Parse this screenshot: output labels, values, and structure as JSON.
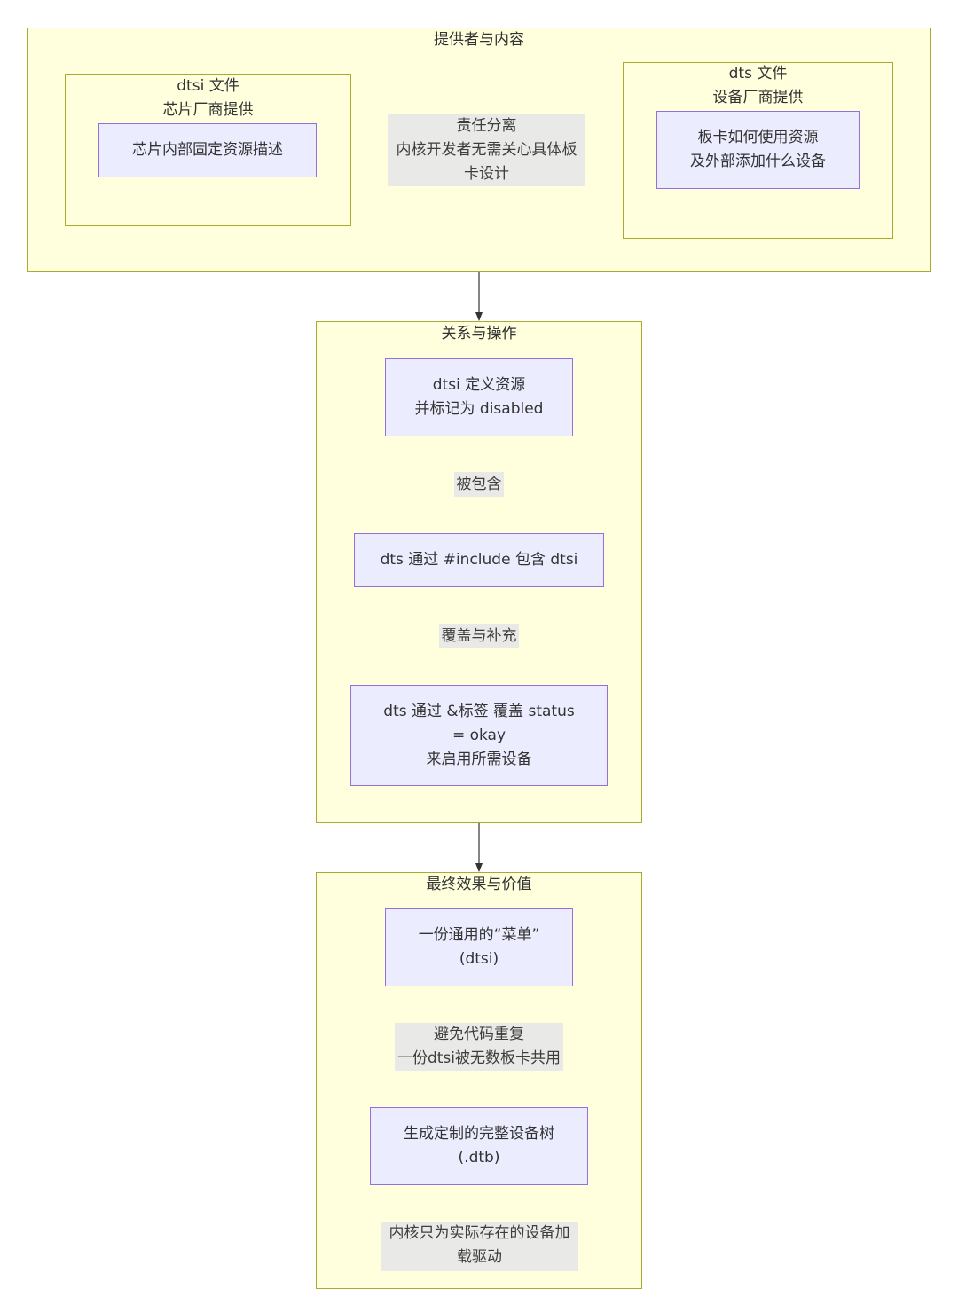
{
  "clusters": {
    "providers": {
      "title": "提供者与内容"
    },
    "dtsi_file": {
      "title": "dtsi 文件\n芯片厂商提供"
    },
    "dts_file": {
      "title": "dts 文件\n设备厂商提供"
    },
    "relations": {
      "title": "关系与操作"
    },
    "results": {
      "title": "最终效果与价值"
    }
  },
  "nodes": {
    "chip_resources": "芯片内部固定资源描述",
    "board_usage": "板卡如何使用资源\n及外部添加什么设备",
    "dtsi_define": "dtsi 定义资源\n并标记为 disabled",
    "dts_include": "dts 通过 #include 包含 dtsi",
    "dts_override": "dts 通过 &标签 覆盖 status\n= okay\n来启用所需设备",
    "common_menu": "一份通用的“菜单”\n(dtsi)",
    "custom_tree": "生成定制的完整设备树\n(.dtb)"
  },
  "edge_labels": {
    "responsibility": "责任分离\n内核开发者无需关心具体板\n卡设计",
    "included": "被包含",
    "override_supplement": "覆盖与补充",
    "avoid_duplication": "避免代码重复\n一份dtsi被无数板卡共用",
    "load_drivers": "内核只为实际存在的设备加\n载驱动"
  },
  "colors": {
    "cluster_fill": "#ffffde",
    "cluster_border": "#aaaa33",
    "node_fill": "#ececff",
    "node_border": "#9370db",
    "edge_label_bg": "#e8e8e8",
    "edge_line": "#333333"
  }
}
